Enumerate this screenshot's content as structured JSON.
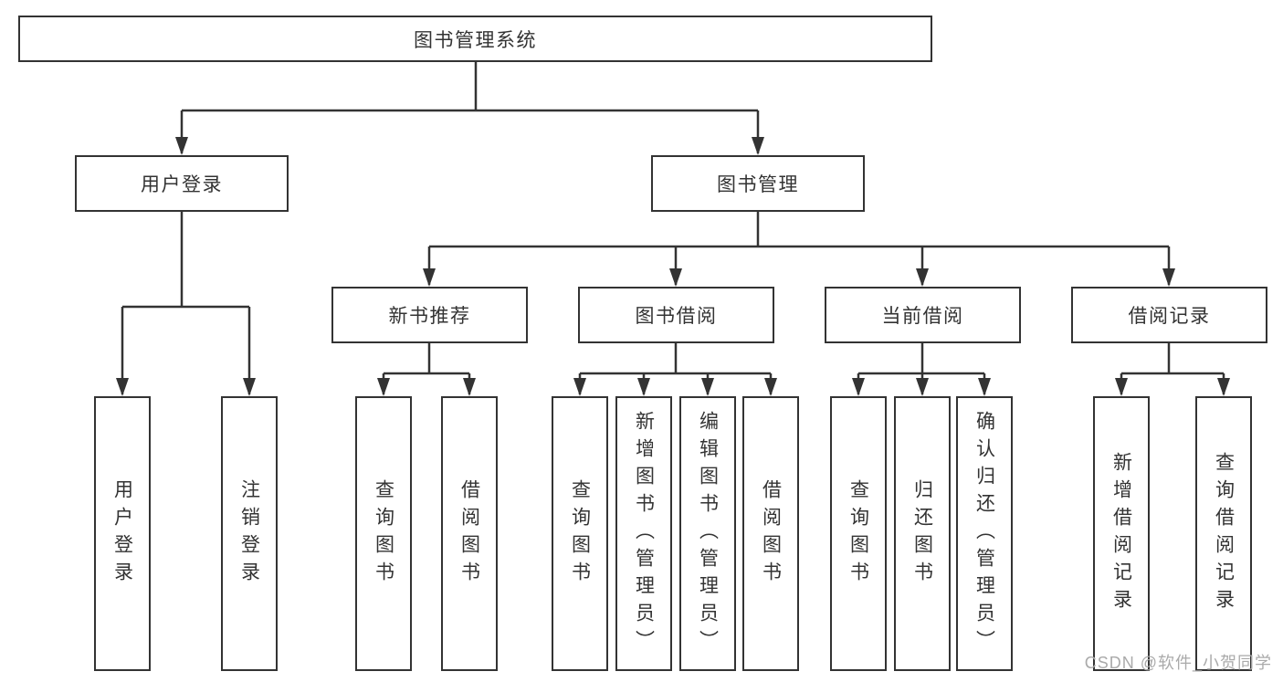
{
  "root": {
    "label": "图书管理系统"
  },
  "branches": [
    {
      "label": "用户登录",
      "leaves": [
        "用户登录",
        "注销登录"
      ]
    },
    {
      "label": "图书管理",
      "groups": [
        {
          "label": "新书推荐",
          "leaves": [
            "查询图书",
            "借阅图书"
          ]
        },
        {
          "label": "图书借阅",
          "leaves": [
            "查询图书",
            "新增图书（管理员）",
            "编辑图书（管理员）",
            "借阅图书"
          ]
        },
        {
          "label": "当前借阅",
          "leaves": [
            "查询图书",
            "归还图书",
            "确认归还（管理员）"
          ]
        },
        {
          "label": "借阅记录",
          "leaves": [
            "新增借阅记录",
            "查询借阅记录"
          ]
        }
      ]
    }
  ],
  "watermark": "CSDN @软件_小贺同学",
  "colors": {
    "line": "#333333",
    "text": "#333333",
    "bg": "#ffffff",
    "watermark": "#aaaaaa"
  }
}
